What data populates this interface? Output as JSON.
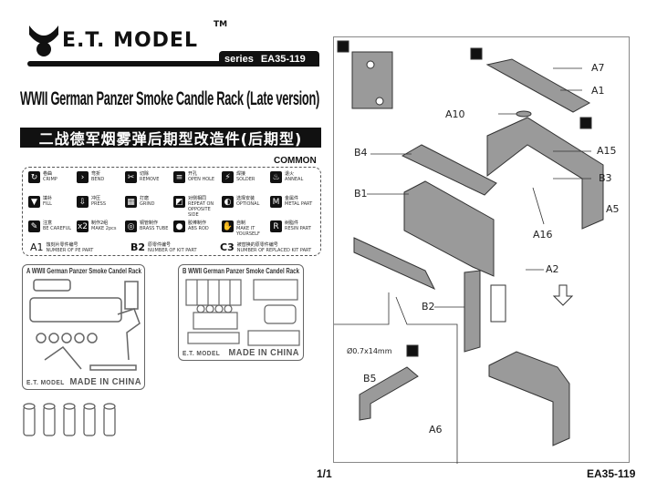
{
  "header": {
    "brand": "E.T. MODEL",
    "trademark": "TM",
    "series_label": "series",
    "product_code": "EA35-119",
    "title_en": "WWII German Panzer Smoke Candle Rack (Late version)",
    "title_cn": "二战德军烟雾弹后期型改造件(后期型)",
    "section": "COMMON"
  },
  "legend": {
    "items": [
      {
        "icon": "crimp-icon",
        "cn": "卷曲",
        "en": "CRIMP",
        "glyph": "↻"
      },
      {
        "icon": "bend-icon",
        "cn": "弯折",
        "en": "BEND",
        "glyph": "›"
      },
      {
        "icon": "remove-icon",
        "cn": "切除",
        "en": "REMOVE",
        "glyph": "✂"
      },
      {
        "icon": "open-hole-icon",
        "cn": "开孔",
        "en": "OPEN HOLE",
        "glyph": "≡"
      },
      {
        "icon": "solder-icon",
        "cn": "焊接",
        "en": "SOLDER",
        "glyph": "⚡"
      },
      {
        "icon": "anneal-icon",
        "cn": "退火",
        "en": "ANNEAL",
        "glyph": "♨"
      },
      {
        "icon": "fill-icon",
        "cn": "填补",
        "en": "FILL",
        "glyph": "▼"
      },
      {
        "icon": "press-icon",
        "cn": "冲压",
        "en": "PRESS",
        "glyph": "⇩"
      },
      {
        "icon": "grind-icon",
        "cn": "打磨",
        "en": "GRIND",
        "glyph": "▦"
      },
      {
        "icon": "repeat-opposite-icon",
        "cn": "对侧相同",
        "en": "REPEAT ON OPPOSITE SIDE",
        "glyph": "◩"
      },
      {
        "icon": "optional-icon",
        "cn": "选择安装",
        "en": "OPTIONAL",
        "glyph": "◐"
      },
      {
        "icon": "metal-part-icon",
        "cn": "金属件",
        "en": "METAL PART",
        "glyph": "M"
      },
      {
        "icon": "be-careful-icon",
        "cn": "注意",
        "en": "BE CAREFUL",
        "glyph": "✎"
      },
      {
        "icon": "make-2pcs-icon",
        "cn": "制作2组",
        "en": "MAKE 2pcs",
        "glyph": "x2"
      },
      {
        "icon": "brass-tube-icon",
        "cn": "铜管制作",
        "en": "BRASS TUBE",
        "glyph": "◎"
      },
      {
        "icon": "abs-rod-icon",
        "cn": "胶棒制作",
        "en": "ABS ROD",
        "glyph": "●"
      },
      {
        "icon": "make-it-yourself-icon",
        "cn": "自制",
        "en": "MAKE IT YOURSELF",
        "glyph": "✋"
      },
      {
        "icon": "resin-part-icon",
        "cn": "树脂件",
        "en": "RESIN PART",
        "glyph": "R"
      }
    ],
    "numbering": [
      {
        "code": "A1",
        "cn": "蚀刻片零件编号",
        "en": "NUMBER OF PE PART"
      },
      {
        "code": "B2",
        "cn": "原零件编号",
        "en": "NUMBER OF KIT PART"
      },
      {
        "code": "C3",
        "cn": "被替换的原零件编号",
        "en": "NUMBER OF REPLACED KIT PART"
      }
    ]
  },
  "frets": [
    {
      "letter": "A",
      "title": "WWII German Panzer Smoke Candel Rack",
      "maker": "E.T. MODEL",
      "made": "MADE IN CHINA"
    },
    {
      "letter": "B",
      "title": "WWII German Panzer Smoke Candel Rack",
      "maker": "E.T. MODEL",
      "made": "MADE IN CHINA"
    }
  ],
  "diagram": {
    "labels": [
      "A7",
      "A1",
      "A10",
      "A15",
      "B4",
      "B3",
      "B1",
      "A5",
      "A16",
      "A2",
      "B2",
      "B5",
      "A6"
    ],
    "rod_spec": "Ø0.7x14mm"
  },
  "footer": {
    "page": "1/1",
    "code": "EA35-119"
  },
  "colors": {
    "part_gray": "#9a9a9a",
    "ink": "#111111"
  }
}
